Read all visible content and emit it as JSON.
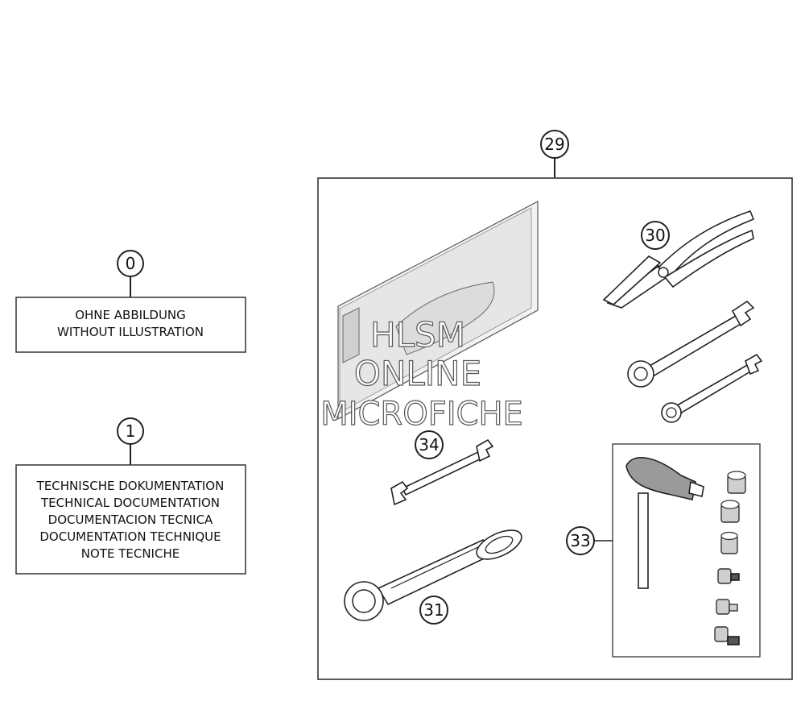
{
  "callouts": {
    "c0": "0",
    "c1": "1",
    "c29": "29",
    "c30": "30",
    "c31": "31",
    "c33": "33",
    "c34": "34"
  },
  "boxes": {
    "no_illustration": [
      "OHNE ABBILDUNG",
      "WITHOUT ILLUSTRATION"
    ],
    "technical_doc": [
      "TECHNISCHE DOKUMENTATION",
      "TECHNICAL DOCUMENTATION",
      "DOCUMENTACION TECNICA",
      "DOCUMENTATION TECHNIQUE",
      "NOTE TECNICHE"
    ]
  },
  "watermark": [
    "HLSM",
    "ONLINE",
    "MICROFICHE"
  ],
  "parts": {
    "manual": "manual-booklet",
    "pliers": "pliers",
    "wrench_large": "combination-wrench",
    "wrench_small": "combination-wrench",
    "open_wrench": "open-end-wrench",
    "ring_wrench": "ring-wrench",
    "t_handle": "t-handle",
    "bits": "socket-bits"
  }
}
